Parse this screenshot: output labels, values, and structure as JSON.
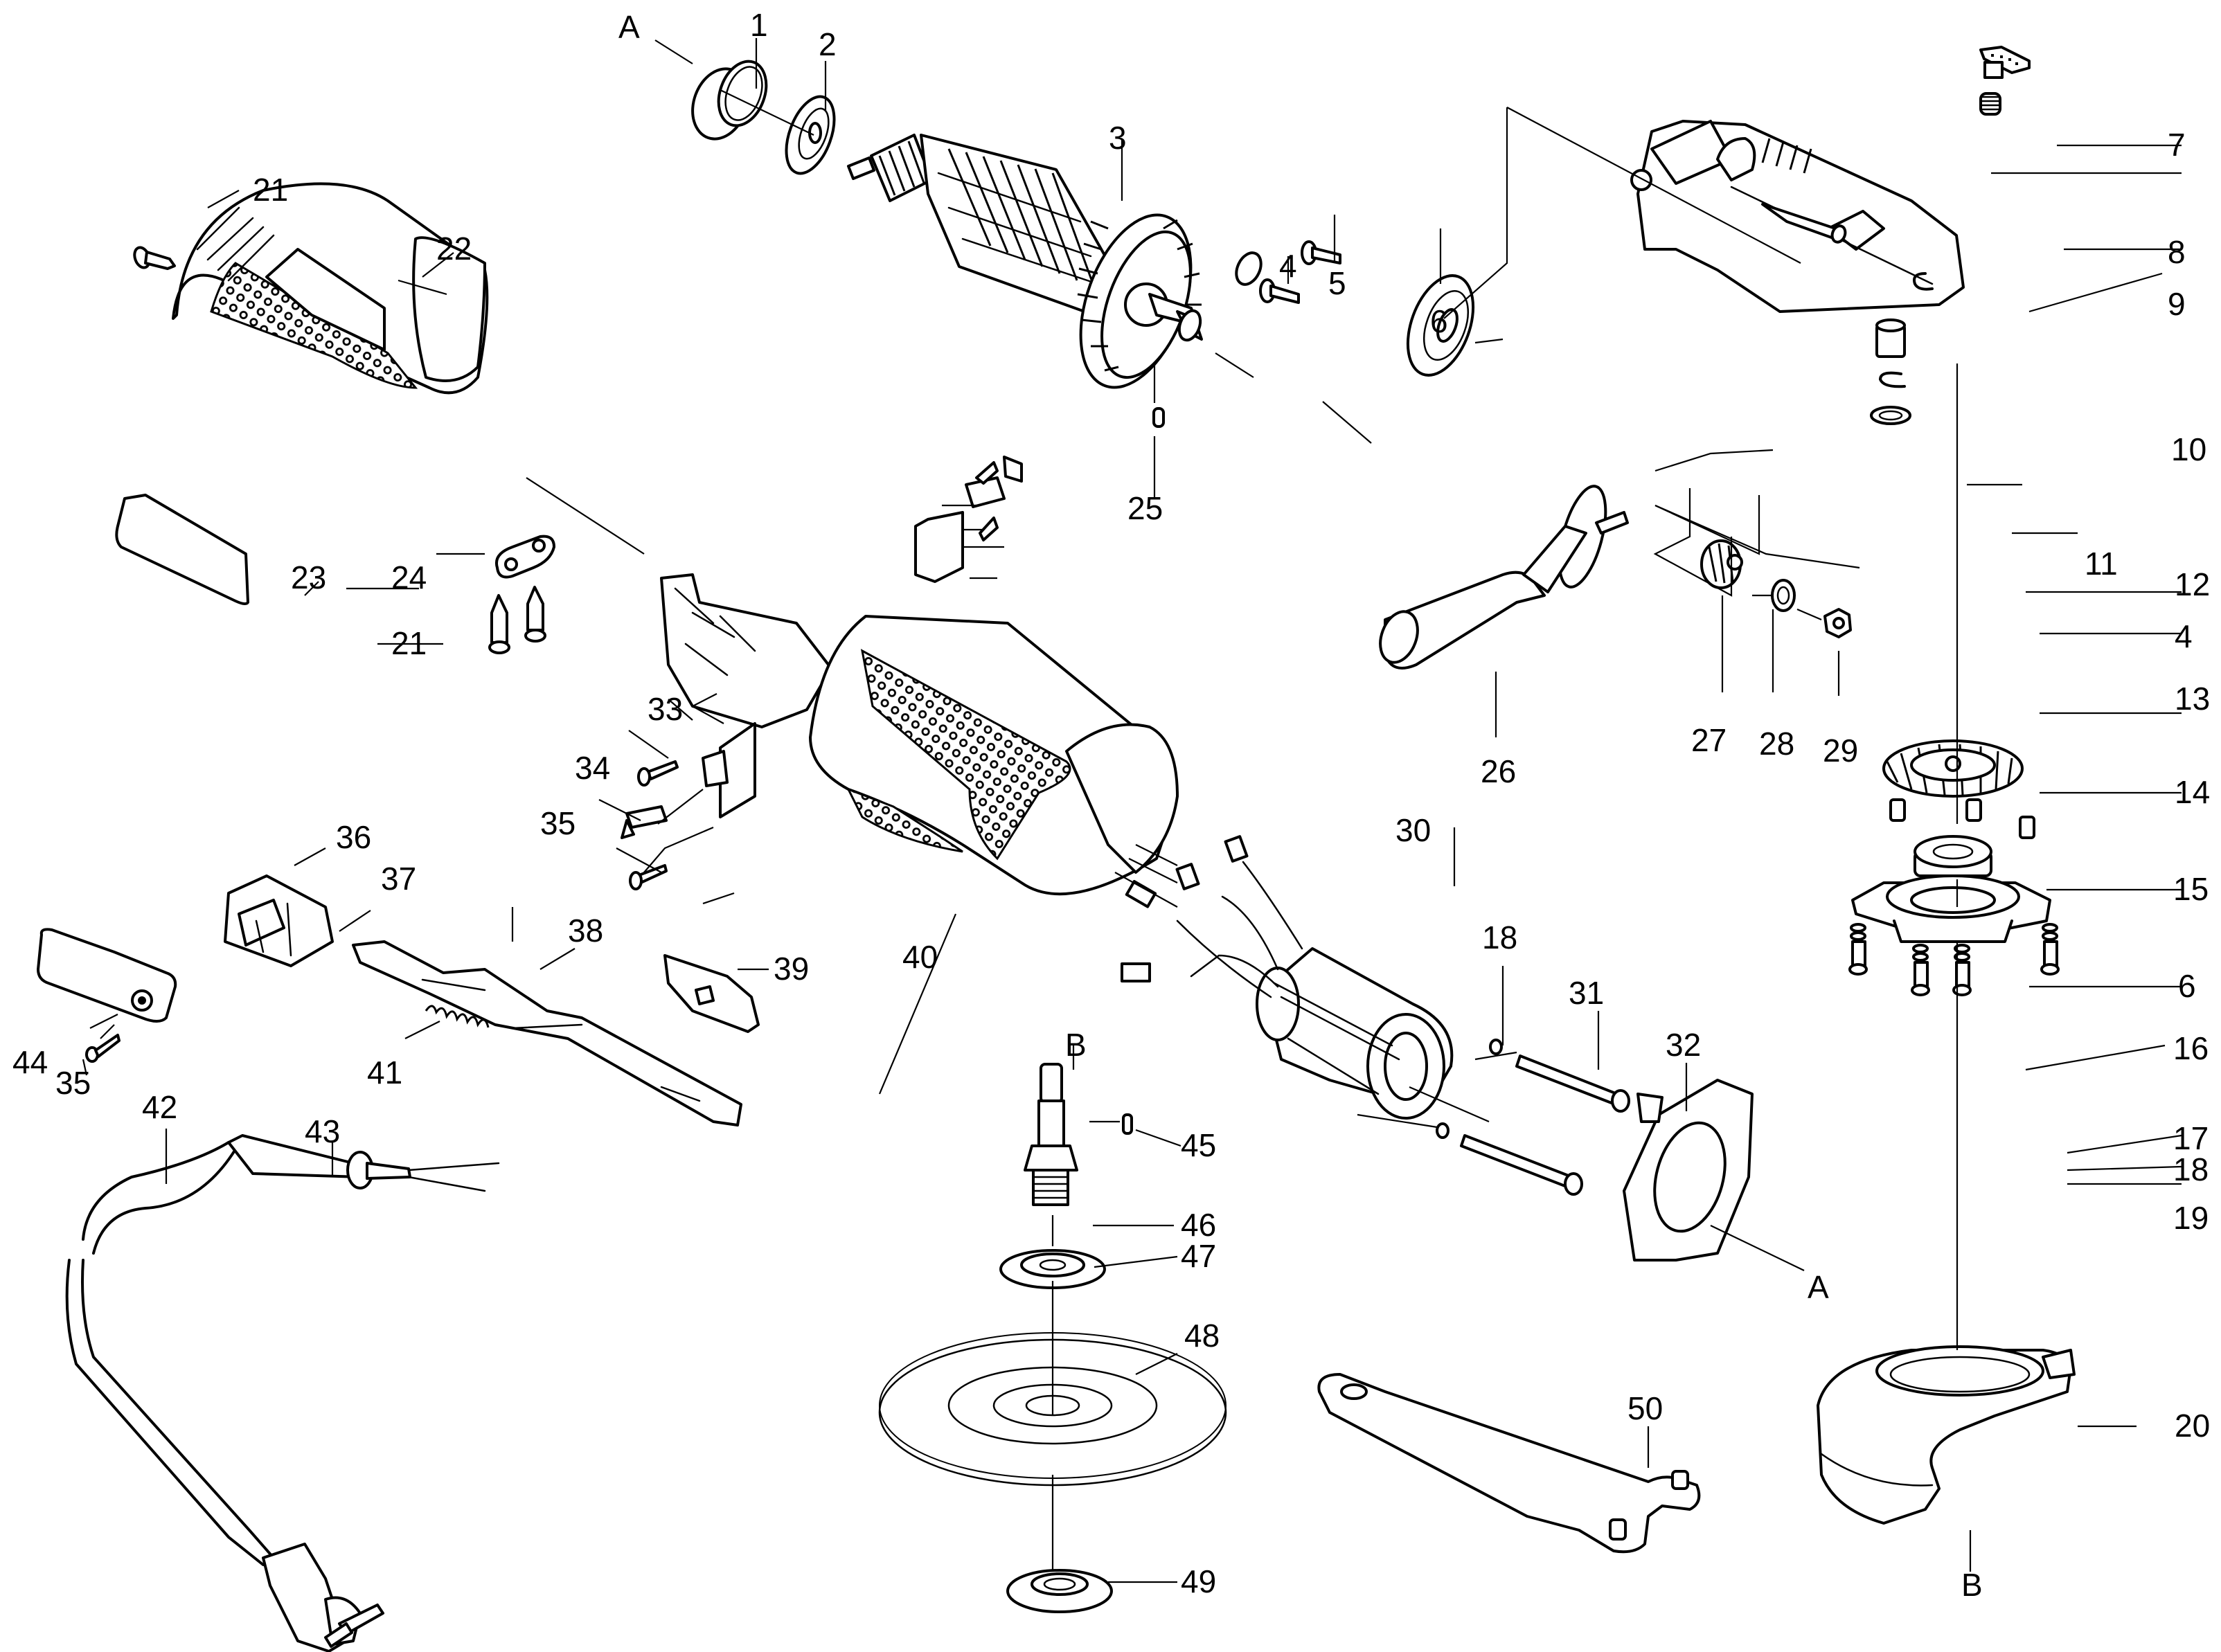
{
  "diagram": {
    "title": "Angle grinder exploded parts view",
    "callouts": [
      {
        "id": "A-top",
        "text": "A"
      },
      {
        "id": "p1",
        "text": "1"
      },
      {
        "id": "p2",
        "text": "2"
      },
      {
        "id": "p3",
        "text": "3"
      },
      {
        "id": "p4a",
        "text": "4"
      },
      {
        "id": "p5",
        "text": "5"
      },
      {
        "id": "p6a",
        "text": "6"
      },
      {
        "id": "p7",
        "text": "7"
      },
      {
        "id": "p8",
        "text": "8"
      },
      {
        "id": "p9",
        "text": "9"
      },
      {
        "id": "p10",
        "text": "10"
      },
      {
        "id": "p11",
        "text": "11"
      },
      {
        "id": "p12",
        "text": "12"
      },
      {
        "id": "p4b",
        "text": "4"
      },
      {
        "id": "p13",
        "text": "13"
      },
      {
        "id": "p14",
        "text": "14"
      },
      {
        "id": "p15",
        "text": "15"
      },
      {
        "id": "p6b",
        "text": "6"
      },
      {
        "id": "p16",
        "text": "16"
      },
      {
        "id": "p17",
        "text": "17"
      },
      {
        "id": "p18b",
        "text": "18"
      },
      {
        "id": "p19",
        "text": "19"
      },
      {
        "id": "p20",
        "text": "20"
      },
      {
        "id": "B-guard",
        "text": "B"
      },
      {
        "id": "p21a",
        "text": "21"
      },
      {
        "id": "p22",
        "text": "22"
      },
      {
        "id": "p23",
        "text": "23"
      },
      {
        "id": "p24",
        "text": "24"
      },
      {
        "id": "p21b",
        "text": "21"
      },
      {
        "id": "p25",
        "text": "25"
      },
      {
        "id": "p26",
        "text": "26"
      },
      {
        "id": "p27",
        "text": "27"
      },
      {
        "id": "p28",
        "text": "28"
      },
      {
        "id": "p29",
        "text": "29"
      },
      {
        "id": "p30",
        "text": "30"
      },
      {
        "id": "p18a",
        "text": "18"
      },
      {
        "id": "p31",
        "text": "31"
      },
      {
        "id": "p32",
        "text": "32"
      },
      {
        "id": "A-bottom",
        "text": "A"
      },
      {
        "id": "p33",
        "text": "33"
      },
      {
        "id": "p34",
        "text": "34"
      },
      {
        "id": "p35a",
        "text": "35"
      },
      {
        "id": "p36",
        "text": "36"
      },
      {
        "id": "p37",
        "text": "37"
      },
      {
        "id": "p38",
        "text": "38"
      },
      {
        "id": "p39",
        "text": "39"
      },
      {
        "id": "p40",
        "text": "40"
      },
      {
        "id": "p41",
        "text": "41"
      },
      {
        "id": "p44",
        "text": "44"
      },
      {
        "id": "p35b",
        "text": "35"
      },
      {
        "id": "p42",
        "text": "42"
      },
      {
        "id": "p43",
        "text": "43"
      },
      {
        "id": "B-spindle",
        "text": "B"
      },
      {
        "id": "p45",
        "text": "45"
      },
      {
        "id": "p46",
        "text": "46"
      },
      {
        "id": "p47",
        "text": "47"
      },
      {
        "id": "p48",
        "text": "48"
      },
      {
        "id": "p49",
        "text": "49"
      },
      {
        "id": "p50",
        "text": "50"
      }
    ],
    "parts": {
      "bearing_sleeve": "1",
      "ball_bearing_front": "2",
      "armature": "3",
      "circlip": "4",
      "screw": "5",
      "ball_bearing": "6",
      "spindle_lock_button": "7",
      "spring": "8",
      "gear_housing": "9",
      "self_tapping_screw": "10",
      "retaining_ring": "11",
      "sleeve": "12",
      "washer": "13",
      "bevel_gear": "14",
      "bearing_screws": "15",
      "bearing_flange": "16",
      "spring_washer": "17",
      "flat_washer": "18",
      "flange_screw": "19",
      "wheel_guard": "20",
      "rear_screw": "21",
      "rear_cover": "22",
      "nameplate": "23",
      "cord_clamp": "24",
      "armature_key": "25",
      "side_handle": "26",
      "pinion": "27",
      "pinion_washer": "28",
      "pinion_nut": "29",
      "stator": "30",
      "stator_screw": "31",
      "fan_baffle": "32",
      "brush_holder": "33",
      "carbon_brush": "34",
      "brush_screw": "35",
      "switch": "36",
      "switch_cover": "37",
      "switch_slider": "38",
      "switch_button": "39",
      "motor_housing": "40",
      "slider_spring": "41",
      "power_cord": "42",
      "cord_sleeve": "43",
      "cord_cover_plate": "44",
      "spindle_key": "45",
      "spindle": "46",
      "inner_flange": "47",
      "grinding_disc": "48",
      "clamp_nut": "49",
      "pin_wrench": "50"
    }
  }
}
